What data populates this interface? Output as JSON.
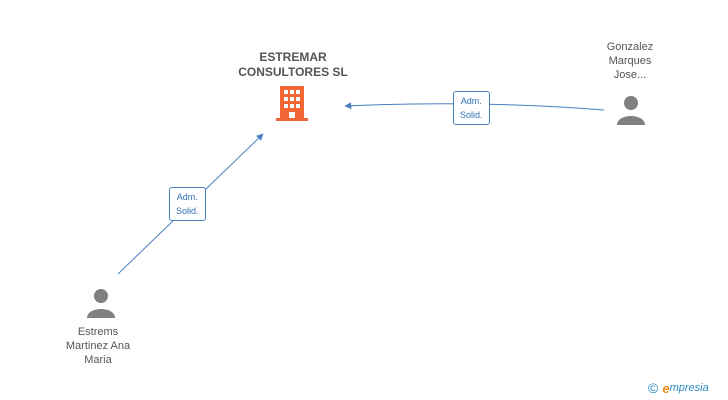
{
  "company": {
    "name": "ESTREMAR\nCONSULTORES SL",
    "icon": "building-icon",
    "color": "#f26535"
  },
  "persons": [
    {
      "name": "Gonzalez\nMarques\nJose...",
      "icon": "person-icon"
    },
    {
      "name": "Estrems\nMartinez Ana\nMaria",
      "icon": "person-icon"
    }
  ],
  "relations": [
    {
      "from": "Gonzalez Marques Jose...",
      "to": "ESTREMAR CONSULTORES SL",
      "label": "Adm.\nSolid."
    },
    {
      "from": "Estrems Martinez Ana Maria",
      "to": "ESTREMAR CONSULTORES SL",
      "label": "Adm.\nSolid."
    }
  ],
  "colors": {
    "edge": "#4a7fc0",
    "person": "#808080",
    "text": "#555555"
  },
  "brand": {
    "copyright": "©",
    "e": "e",
    "rest": "mpresia"
  }
}
